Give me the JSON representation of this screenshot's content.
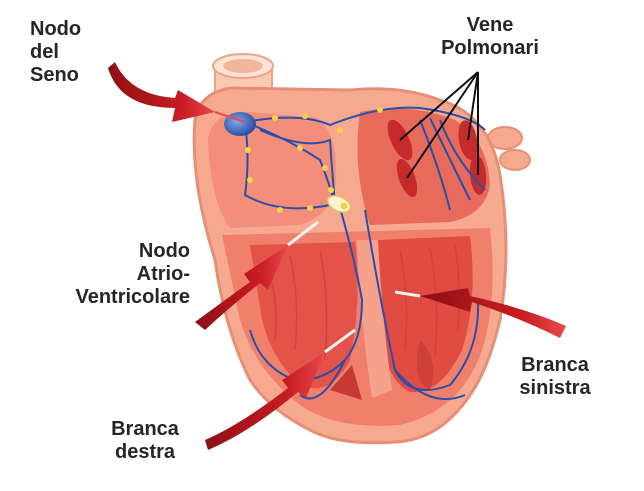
{
  "labels": {
    "sinoatrial": [
      "Nodo",
      "del",
      "Seno"
    ],
    "pulmonary_veins": [
      "Vene",
      "Polmonari"
    ],
    "atrioventricular": [
      "Nodo",
      "Atrio-",
      "Ventricolare"
    ],
    "left_branch": [
      "Branca",
      "sinistra"
    ],
    "right_branch": [
      "Branca",
      "destra"
    ]
  },
  "colors": {
    "heart_outer": "#f7a98f",
    "heart_wall": "#f0806c",
    "chamber": "#e4534a",
    "chamber_dark": "#c63a35",
    "conduction": "#2b4fa8",
    "node_dot": "#f2d24b",
    "arrow": "#b8161c",
    "aorta": "#fbc9b0"
  }
}
